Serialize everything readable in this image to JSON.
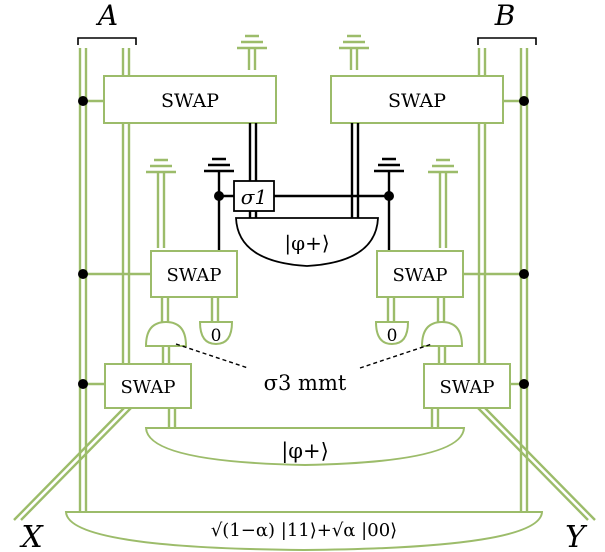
{
  "labels": {
    "party_a": "A",
    "party_b": "B",
    "output_x": "X",
    "output_y": "Y",
    "swap": "SWAP",
    "sigma1_gate": "σ1",
    "ket_phi_plus": "|φ+⟩",
    "ket_zero": "0",
    "sigma3_measurement": "σ3 mmt",
    "shared_state": "√(1−α) |11⟩+√α |00⟩"
  },
  "colors": {
    "quantum_wire": "#9cbc6a",
    "classical_wire": "#000000",
    "background": "#ffffff"
  }
}
